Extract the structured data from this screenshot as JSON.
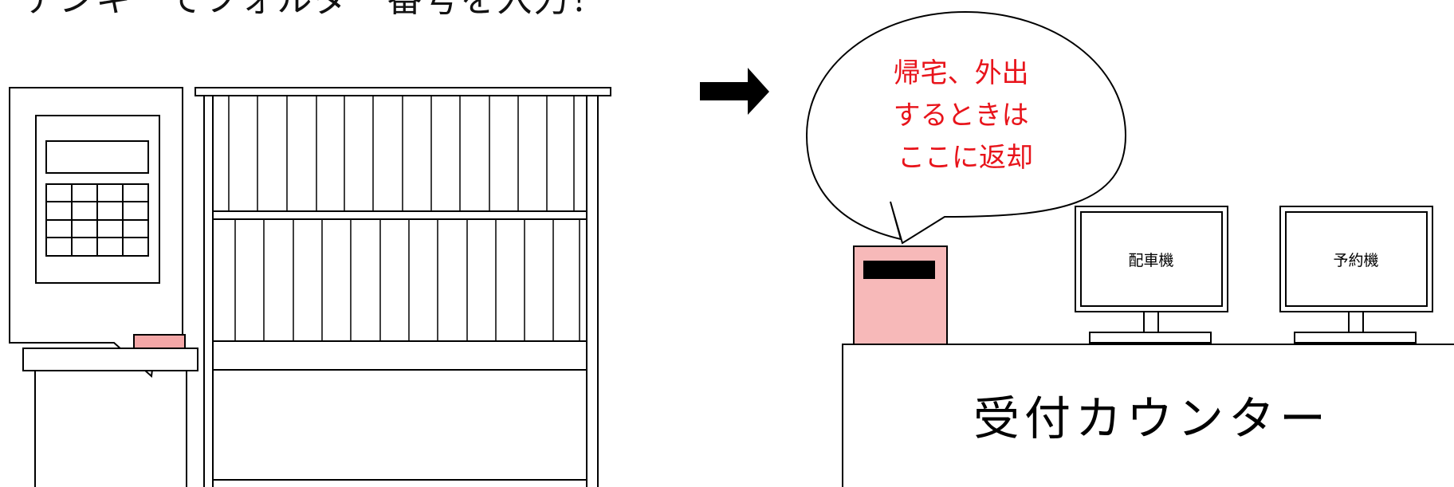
{
  "caption": "テンキーでフォルダー番号を入力！",
  "bubble": {
    "lines": [
      "帰宅、外出",
      "するときは",
      "ここに返却"
    ],
    "color": "#e8141b"
  },
  "monitors": [
    {
      "label": "配車機"
    },
    {
      "label": "予約機"
    }
  ],
  "counter": {
    "label": "受付カウンター"
  },
  "colors": {
    "return_box": "#f7b9b9",
    "keycard": "#f4a7a7",
    "arrow": "#000000",
    "line": "#000000"
  }
}
